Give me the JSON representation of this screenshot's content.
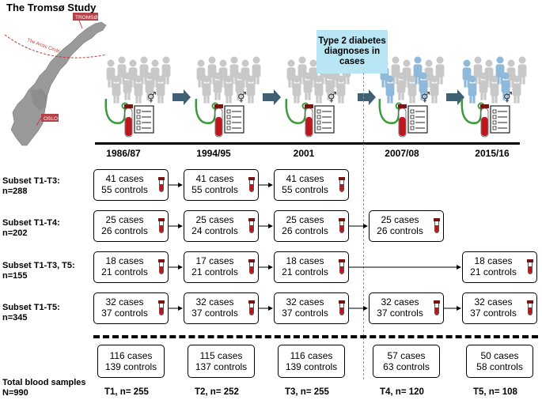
{
  "title": "The Tromsø Study",
  "map": {
    "label_tromso": "TROMSØ",
    "label_oslo": "OSLO",
    "label_circle": "The Arctic Circle"
  },
  "callout": "Type 2 diabetes diagnoses in cases",
  "timepoints": [
    "1986/87",
    "1994/95",
    "2001",
    "2007/08",
    "2015/16"
  ],
  "subsets": [
    {
      "label_line1": "Subset T1-T3:",
      "label_line2": "n=288",
      "cells": [
        [
          "41 cases",
          "55 controls"
        ],
        [
          "41 cases",
          "55 controls"
        ],
        [
          "41 cases",
          "55 controls"
        ],
        null,
        null
      ]
    },
    {
      "label_line1": "Subset T1-T4:",
      "label_line2": "n=202",
      "cells": [
        [
          "25 cases",
          "26 controls"
        ],
        [
          "25 cases",
          "24 controls"
        ],
        [
          "25 cases",
          "26 controls"
        ],
        [
          "25 cases",
          "26 controls"
        ],
        null
      ]
    },
    {
      "label_line1": "Subset T1-T3, T5:",
      "label_line2": "n=155",
      "cells": [
        [
          "18 cases",
          "21 controls"
        ],
        [
          "17 cases",
          "21 controls"
        ],
        [
          "18 cases",
          "21 controls"
        ],
        null,
        [
          "18 cases",
          "21 controls"
        ]
      ]
    },
    {
      "label_line1": "Subset T1-T5:",
      "label_line2": "n=345",
      "cells": [
        [
          "32 cases",
          "37 controls"
        ],
        [
          "32 cases",
          "37 controls"
        ],
        [
          "32 cases",
          "37 controls"
        ],
        [
          "32 cases",
          "37 controls"
        ],
        [
          "32 cases",
          "37 controls"
        ]
      ]
    }
  ],
  "totals": {
    "label_line1": "Total blood samples",
    "label_line2": "N=990",
    "cells": [
      [
        "116 cases",
        "139 controls"
      ],
      [
        "115 cases",
        "137 controls"
      ],
      [
        "116 cases",
        "139 controls"
      ],
      [
        "57 cases",
        "63 controls"
      ],
      [
        "50 cases",
        "58 controls"
      ]
    ],
    "tlabels": [
      "T1, n= 255",
      "T2, n= 252",
      "T3, n= 255",
      "T4, n= 120",
      "T5, n= 108"
    ]
  },
  "colors": {
    "people_grey": "#c8c8c8",
    "people_blue": "#8fb9da",
    "arrow": "#3f5f73",
    "dashed_line": "#4aaec8",
    "blood": "#c0151b",
    "stethoscope": "#3c9a3c",
    "map_fill": "#9a9a9a",
    "map_label_bg": "#b2434a"
  },
  "icons": [
    "people-group-icon",
    "gender-symbol-icon",
    "stethoscope-icon",
    "blood-tube-icon",
    "questionnaire-icon",
    "step-arrow-icon",
    "norway-map-icon"
  ]
}
